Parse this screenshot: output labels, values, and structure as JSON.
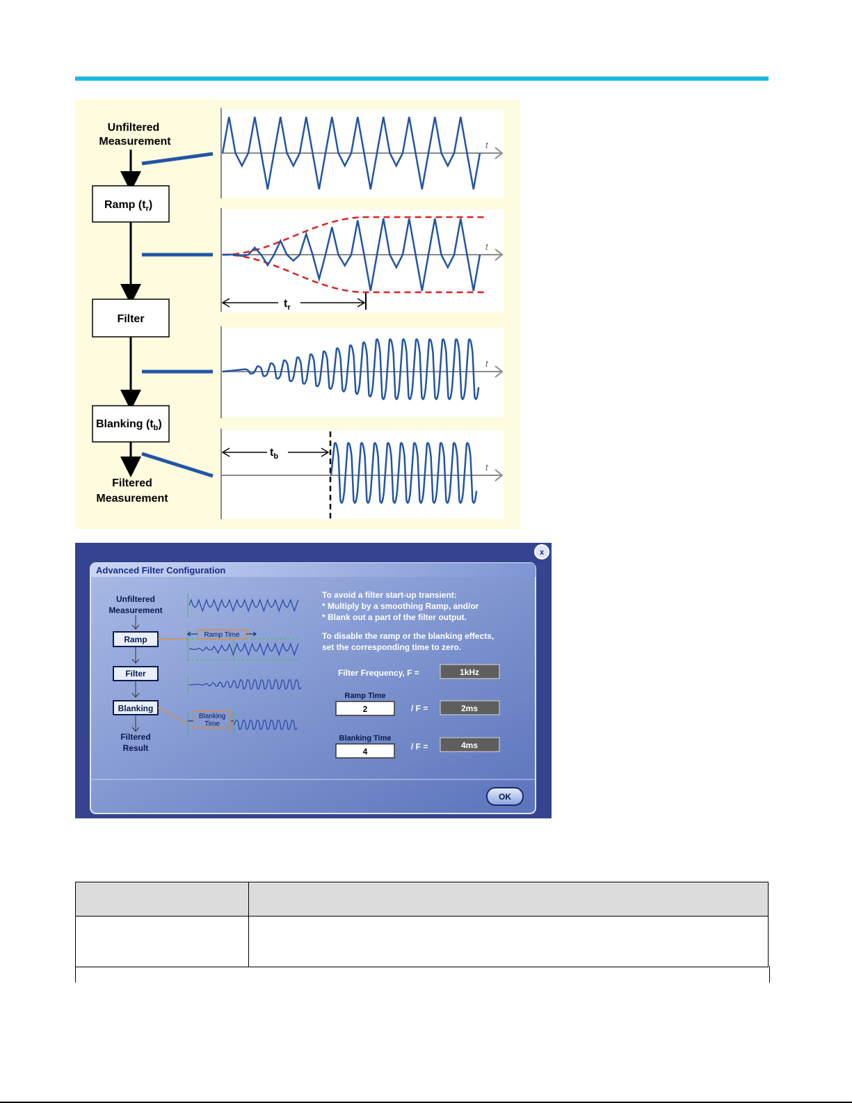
{
  "figure1": {
    "labels": {
      "unfiltered_line1": "Unfiltered",
      "unfiltered_line2": "Measurement",
      "ramp": "Ramp (t",
      "ramp_sub": "r",
      "filter": "Filter",
      "blanking": "Blanking (t",
      "blanking_sub": "b",
      "filtered_line1": "Filtered",
      "filtered_line2": "Measurement",
      "tr": "t",
      "tr_sub": "r",
      "tb": "t",
      "tb_sub": "b",
      "axis_t": "t"
    },
    "colors": {
      "panel": "#fffbdf",
      "wave": "#2255a4",
      "envelope": "#e02020",
      "axis": "#8a8a8a"
    }
  },
  "dialog": {
    "title": "Advanced Filter Configuration",
    "close_label": "x",
    "flow": {
      "unfiltered_line1": "Unfiltered",
      "unfiltered_line2": "Measurement",
      "ramp": "Ramp",
      "filter": "Filter",
      "blanking": "Blanking",
      "filtered_line1": "Filtered",
      "filtered_line2": "Result",
      "ramp_time_tag": "Ramp Time",
      "blanking_time_tag_line1": "Blanking",
      "blanking_time_tag_line2": "Time"
    },
    "instructions": {
      "line1": "To avoid a filter start-up transient:",
      "line2": "* Multiply by a smoothing Ramp, and/or",
      "line3": "* Blank out a part of the filter output.",
      "line4": "To disable the ramp or the blanking effects,",
      "line5": "set the corresponding time to zero."
    },
    "filter_frequency_label": "Filter Frequency, F =",
    "filter_frequency_value": "1kHz",
    "ramp_time_label": "Ramp Time",
    "ramp_time_value": "2",
    "ramp_div_label": "/ F =",
    "ramp_result": "2ms",
    "blanking_time_label": "Blanking Time",
    "blanking_time_value": "4",
    "blanking_div_label": "/ F =",
    "blanking_result": "4ms",
    "ok_label": "OK",
    "colors": {
      "frame": "#34448f",
      "panel": "#6c84c8",
      "title_text": "#1a2a8a",
      "value_box": "#5e5e5e"
    }
  }
}
